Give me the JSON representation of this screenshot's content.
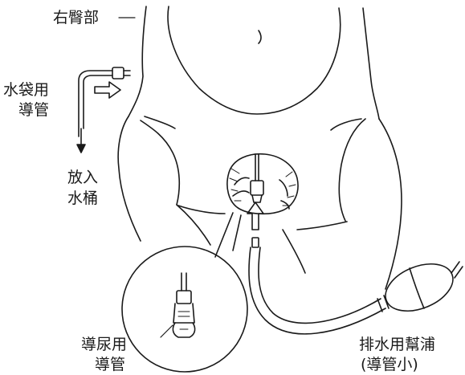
{
  "labels": {
    "right_buttock": "右臀部",
    "water_bag_tube_line1": "水袋用",
    "water_bag_tube_line2": "導管",
    "into_bucket_line1": "放入",
    "into_bucket_line2": "水桶",
    "urinary_catheter_line1": "導尿用",
    "urinary_catheter_line2": "導管",
    "drain_pump_line1": "排水用幫浦",
    "drain_pump_line2": "(導管小)"
  },
  "colors": {
    "line": "#1a1a1a",
    "text": "#1a1a1a",
    "background": "#ffffff"
  }
}
